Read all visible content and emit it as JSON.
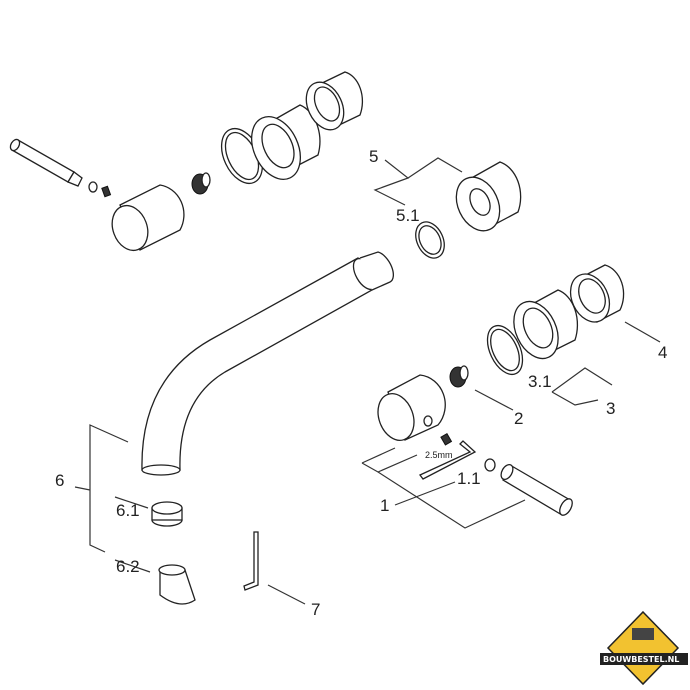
{
  "labels": {
    "l1": "1",
    "l1_1": "1.1",
    "l2": "2",
    "l3": "3",
    "l3_1": "3.1",
    "l4": "4",
    "l5": "5",
    "l5_1": "5.1",
    "l6": "6",
    "l6_1": "6.1",
    "l6_2": "6.2",
    "l7": "7"
  },
  "hex_key_size": "2.5mm",
  "watermark": {
    "text": "BOUWBESTEL.NL",
    "color": "#f2c230"
  }
}
